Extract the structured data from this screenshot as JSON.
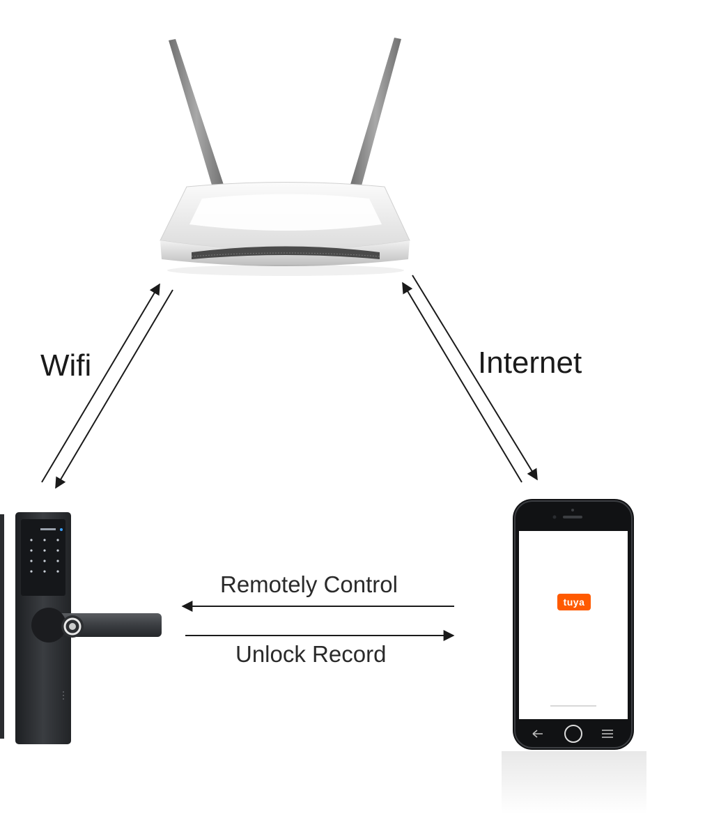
{
  "labels": {
    "wifi": "Wifi",
    "internet": "Internet",
    "remote_control": "Remotely Control",
    "unlock_record": "Unlock Record"
  },
  "phone": {
    "app_logo": "tuya",
    "screen_color": "#ffffff",
    "brand_color": "#ff5a00"
  },
  "devices": {
    "router": "router",
    "smart_lock": "smart-lock",
    "phone": "smartphone"
  },
  "icons": [
    "router-icon",
    "smart-lock-icon",
    "smartphone-icon",
    "arrow-icon"
  ]
}
